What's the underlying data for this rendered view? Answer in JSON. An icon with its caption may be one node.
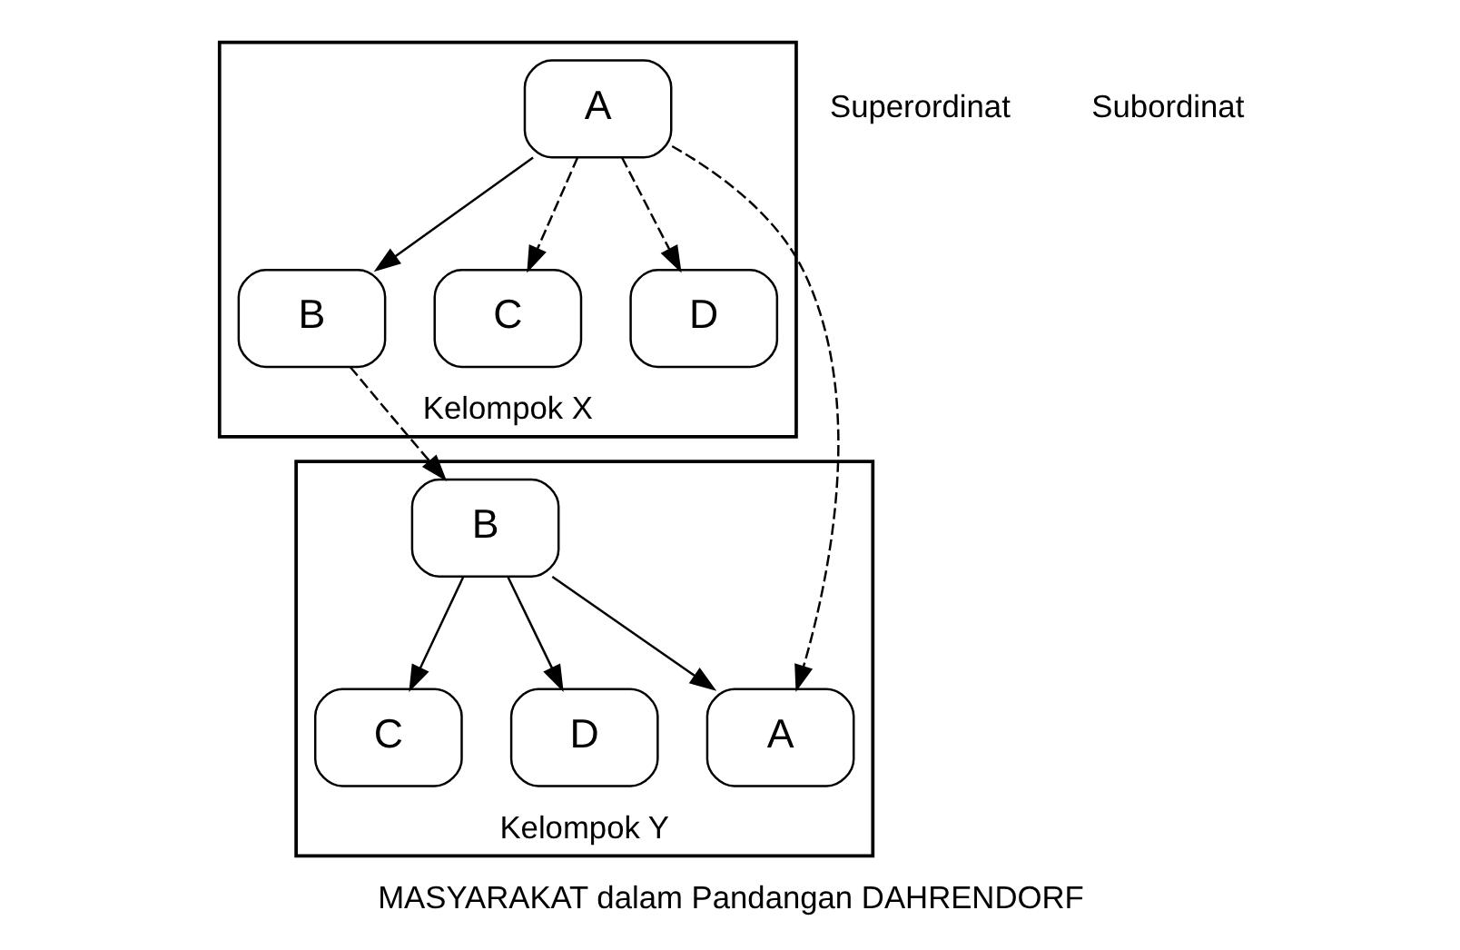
{
  "diagram": {
    "caption": "MASYARAKAT dalam Pandangan DAHRENDORF",
    "nodes": [
      {
        "text": [
          "Kelompok X"
        ]
      },
      {
        "text": [
          "Kelompok Y"
        ]
      },
      {
        "text": [
          "A"
        ],
        "in": 0
      },
      {
        "text": [
          "B"
        ],
        "in": 0
      },
      {
        "text": [
          "C"
        ],
        "in": 0
      },
      {
        "text": [
          "D"
        ],
        "in": 0
      },
      {
        "text": [
          "B"
        ],
        "in": 1
      },
      {
        "text": [
          "C"
        ],
        "in": 1
      },
      {
        "text": [
          "D"
        ],
        "in": 1
      },
      {
        "text": [
          "A"
        ],
        "in": 1
      }
    ],
    "edges": [
      {
        "from": 2,
        "to": 3,
        "arrow": "to"
      },
      {
        "from": 2,
        "to": 4,
        "arrow": "to",
        "style": "dashed"
      },
      {
        "from": 2,
        "to": 5,
        "arrow": "to",
        "style": "dashed"
      },
      {
        "from": 3,
        "to": 6,
        "arrow": "to",
        "style": "dashed"
      },
      {
        "from": 2,
        "to": 9,
        "arrow": "to",
        "style": "dashed"
      },
      {
        "from": 6,
        "to": 7,
        "arrow": "to"
      },
      {
        "from": 6,
        "to": 8,
        "arrow": "to"
      },
      {
        "from": 6,
        "to": 9,
        "arrow": "to"
      }
    ],
    "labels": [
      "Superordinat",
      "Subordinat"
    ]
  }
}
